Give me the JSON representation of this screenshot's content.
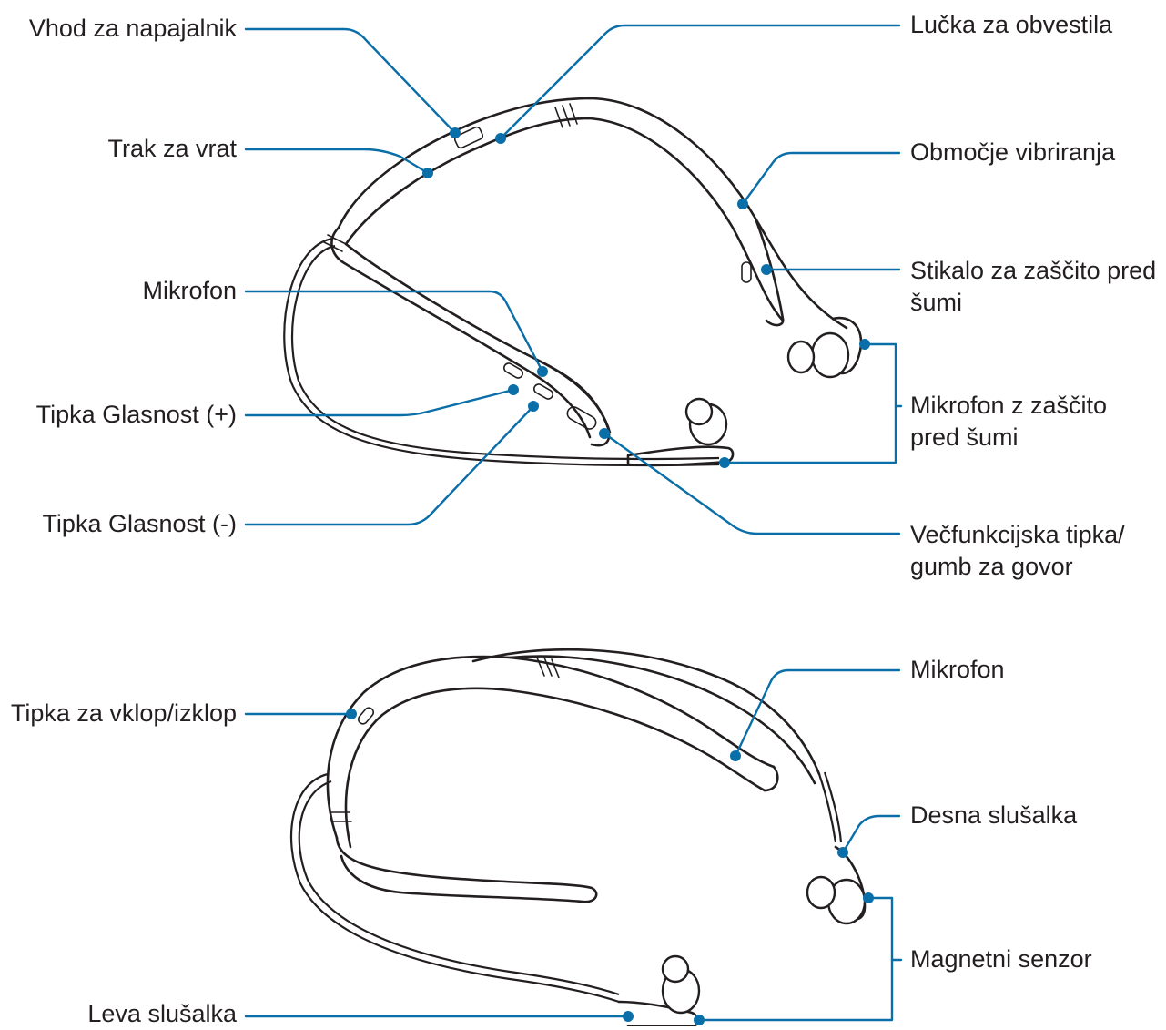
{
  "top_diagram": {
    "labels": {
      "charger_port": "Vhod za napajalnik",
      "notification_light": "Lučka za obvestila",
      "neckband": "Trak za vrat",
      "vibration_area": "Območje vibriranja",
      "mic": "Mikrofon",
      "anc_switch_line1": "Stikalo za zaščito pred",
      "anc_switch_line2": "šumi",
      "anc_mic_line1": "Mikrofon z zaščito",
      "anc_mic_line2": "pred šumi",
      "volume_up": "Tipka Glasnost (+)",
      "volume_down": "Tipka Glasnost (-)",
      "multi_key_line1": "Večfunkcijska tipka/",
      "multi_key_line2": "gumb za govor"
    }
  },
  "bottom_diagram": {
    "labels": {
      "power_key": "Tipka za vklop/izklop",
      "mic": "Mikrofon",
      "right_earbud": "Desna slušalka",
      "magnetic_sensor": "Magnetni senzor",
      "left_earbud": "Leva slušalka"
    }
  },
  "colors": {
    "leader": "#0a6ea8",
    "outline": "#231f20",
    "text": "#231f20"
  }
}
